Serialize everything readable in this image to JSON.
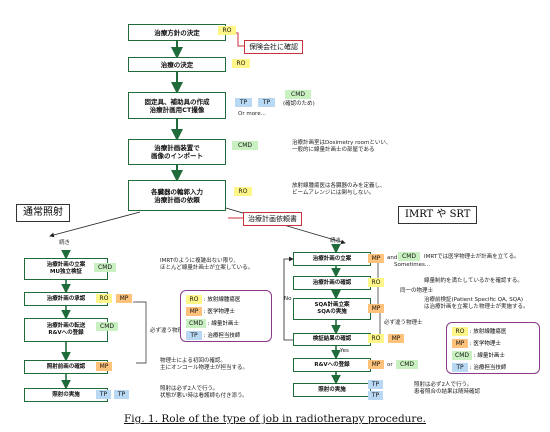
{
  "left_flow": {
    "steps": [
      "治療方針の決定",
      "治療の決定",
      "固定具、補助具の作成",
      "治療計画用CT撮像",
      "治療計画装置で",
      "画像のインポート",
      "各臓器の輪郭入力",
      "治療計画の依頼"
    ],
    "notes": {
      "insurance": "保険会社に確認",
      "or_more": "Or more...",
      "cmd_for_confirm": "(確認のため)",
      "planning_room_1": "治療計画室はDosimetry roomといい、",
      "planning_room_2": "一般的に線量計画士の部屋である",
      "contour_1": "放射線腫瘍医は各臓器のみを定義し、",
      "contour_2": "ビームアレンジには関与しない。",
      "request": "治療計画依頼書"
    }
  },
  "headings": {
    "conventional": "通常照射",
    "imrt": "IMRT や SRT"
  },
  "roles": {
    "ro": "RO",
    "mp": "MP",
    "cmd": "CMD",
    "tp": "TP"
  },
  "conventional": {
    "continue": "続き",
    "steps": [
      "治療計画の立案",
      "MU独立検証",
      "治療計画の承認",
      "治療計画の転送",
      "R&Vへの登録",
      "照射前画の確認",
      "照射の実施"
    ],
    "notes": {
      "imrt_1": "IMRTのように複雑出ない限り、",
      "imrt_2": "ほとんど線量計画士が立案している。",
      "must_differ": "必ず違う物理士",
      "physicist_1": "物理士による初回の確認。",
      "physicist_2": "主にオンコール物理士が担当する。",
      "irradiation_1": "照射は必ず2人で行う。",
      "irradiation_2": "状態が悪い時は看護師も付き添う。"
    }
  },
  "imrt": {
    "continue": "続き",
    "steps": [
      "治療計画の立案",
      "治療計画の確認",
      "SQA計画立案",
      "SQAの実施",
      "検証結果の確認",
      "R&Vへの登録",
      "照射の実施"
    ],
    "labels": {
      "and": "and",
      "sometimes": "Sometimes...",
      "or": "or",
      "no": "No",
      "yes": "Yes"
    },
    "notes": {
      "imrt_plan": "IMRTでは医学物理士が計画を立てる。",
      "check": "線量制約を満たしているかを確認する。",
      "same_physicist": "同一の物理士",
      "sqa_1": "治療前検証(Patient Specific QA, SQA)",
      "sqa_2": "は治療計画を立案した物理士が実施する。",
      "must_differ": "必ず違う物理士",
      "irradiation_1": "照射は必ず2人で行う。",
      "irradiation_2": "患者照合の結果は随時確認"
    }
  },
  "legend": {
    "items": [
      {
        "code": "RO",
        "text": ": 放射線腫瘍医"
      },
      {
        "code": "MP",
        "text": ": 医学物理士"
      },
      {
        "code": "CMD",
        "text": ": 線量計画士"
      },
      {
        "code": "TP",
        "text": ": 治療担当技師"
      }
    ]
  },
  "caption": "Fig. 1. Role of the type of job in radiotherapy procedure."
}
